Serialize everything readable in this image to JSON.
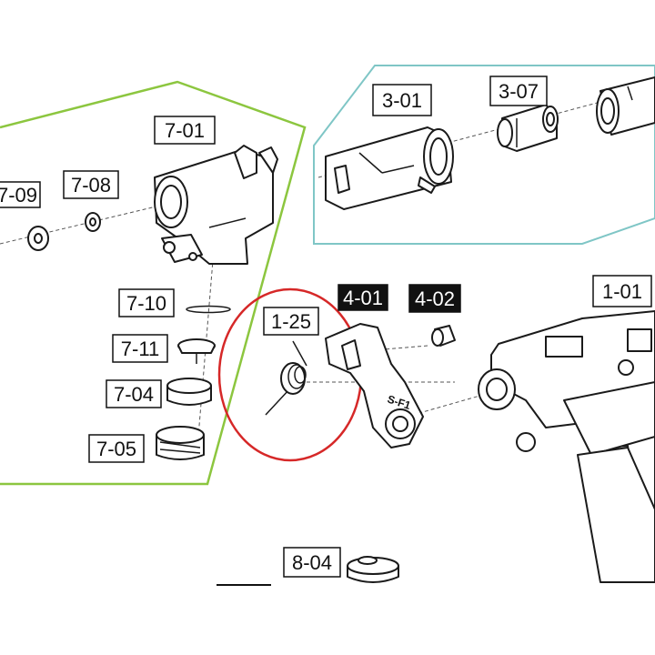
{
  "colors": {
    "group_7_outline": "#8cc63f",
    "group_3_outline": "#7fc6c6",
    "highlight_circle": "#d62828",
    "label_dark_bg": "#111111"
  },
  "labels": {
    "l_7_01": "7-01",
    "l_7_09": "7-09",
    "l_7_08": "7-08",
    "l_7_10": "7-10",
    "l_7_11": "7-11",
    "l_7_04": "7-04",
    "l_7_05": "7-05",
    "l_3_01": "3-01",
    "l_3_07": "3-07",
    "l_1_25": "1-25",
    "l_4_01": "4-01",
    "l_4_02": "4-02",
    "l_1_01": "1-01",
    "l_8_04": "8-04"
  },
  "part_marking": "S-F1"
}
